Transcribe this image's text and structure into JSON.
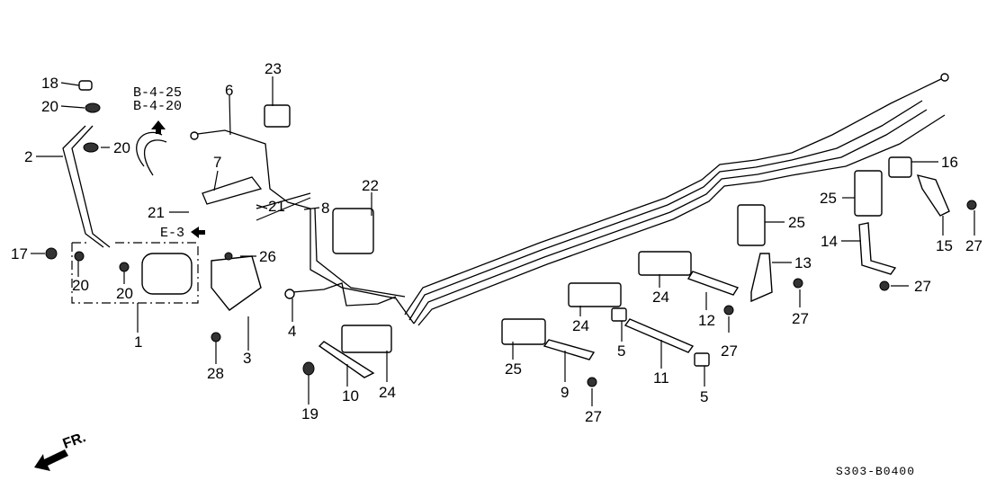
{
  "diagram": {
    "title": "Fuel Pipe / Fuel Filter Assembly",
    "diagram_code": "S303-B0400",
    "front_indicator": "FR.",
    "references": [
      {
        "id": "ref-b",
        "lines": [
          "B-4-25",
          "B-4-20"
        ],
        "arrow": "up"
      },
      {
        "id": "ref-e",
        "text": "E-3",
        "arrow": "left"
      }
    ],
    "callouts": [
      {
        "id": "c1",
        "number": "1"
      },
      {
        "id": "c2",
        "number": "2"
      },
      {
        "id": "c3",
        "number": "3"
      },
      {
        "id": "c4",
        "number": "4"
      },
      {
        "id": "c5a",
        "number": "5"
      },
      {
        "id": "c5b",
        "number": "5"
      },
      {
        "id": "c6",
        "number": "6"
      },
      {
        "id": "c7",
        "number": "7"
      },
      {
        "id": "c8",
        "number": "8"
      },
      {
        "id": "c9",
        "number": "9"
      },
      {
        "id": "c10",
        "number": "10"
      },
      {
        "id": "c11",
        "number": "11"
      },
      {
        "id": "c12",
        "number": "12"
      },
      {
        "id": "c13",
        "number": "13"
      },
      {
        "id": "c14",
        "number": "14"
      },
      {
        "id": "c15",
        "number": "15"
      },
      {
        "id": "c16",
        "number": "16"
      },
      {
        "id": "c17",
        "number": "17"
      },
      {
        "id": "c18",
        "number": "18"
      },
      {
        "id": "c19",
        "number": "19"
      },
      {
        "id": "c20a",
        "number": "20"
      },
      {
        "id": "c20b",
        "number": "20"
      },
      {
        "id": "c20c",
        "number": "20"
      },
      {
        "id": "c20d",
        "number": "20"
      },
      {
        "id": "c21a",
        "number": "21"
      },
      {
        "id": "c21b",
        "number": "21"
      },
      {
        "id": "c22",
        "number": "22"
      },
      {
        "id": "c23",
        "number": "23"
      },
      {
        "id": "c24a",
        "number": "24"
      },
      {
        "id": "c24b",
        "number": "24"
      },
      {
        "id": "c24c",
        "number": "24"
      },
      {
        "id": "c25a",
        "number": "25"
      },
      {
        "id": "c25b",
        "number": "25"
      },
      {
        "id": "c25c",
        "number": "25"
      },
      {
        "id": "c26",
        "number": "26"
      },
      {
        "id": "c27a",
        "number": "27"
      },
      {
        "id": "c27b",
        "number": "27"
      },
      {
        "id": "c27c",
        "number": "27"
      },
      {
        "id": "c27d",
        "number": "27"
      },
      {
        "id": "c27e",
        "number": "27"
      },
      {
        "id": "c28",
        "number": "28"
      }
    ]
  }
}
